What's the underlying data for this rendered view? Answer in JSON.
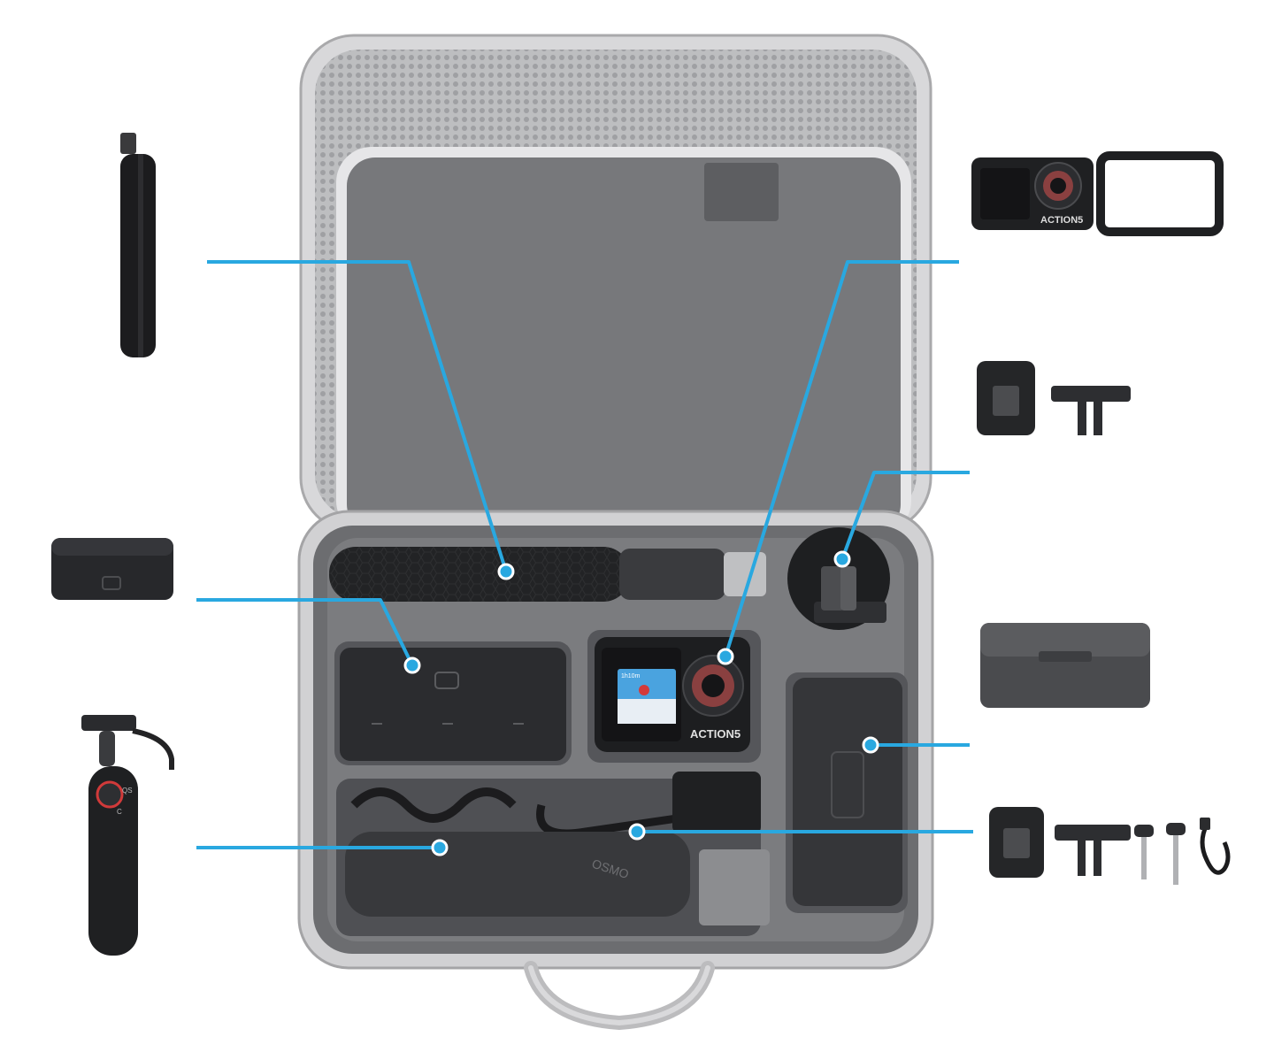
{
  "colors": {
    "callout_line": "#29a8e0",
    "case_shell": "#c9c9cb",
    "case_inner": "#6f7073",
    "lid_panel": "#7a7b7e",
    "device_body": "#2b2c2e",
    "background": "#ffffff"
  },
  "printed_text": {
    "camera_badge_main": "ACTION5",
    "camera_badge_case": "ACTION5",
    "camera_badge_top": "ACTION5",
    "camera_screen_readout": "1h10m",
    "grip_brand": "OSMO",
    "grip_button_qs": "QS",
    "grip_button_c": "C"
  },
  "icons": {
    "selfie_stick": "extension-rod-icon",
    "battery_hub": "battery-charging-hub-icon",
    "mini_tripod": "mini-tripod-grip-icon",
    "camera": "action-camera-icon",
    "frame": "camera-protective-frame-icon",
    "mount": "magnetic-quick-release-mount-icon",
    "adapter": "quick-release-adapter-icon",
    "battery_case": "battery-box-icon",
    "screws": "thumb-screw-icon",
    "cable": "usb-c-cable-icon"
  }
}
